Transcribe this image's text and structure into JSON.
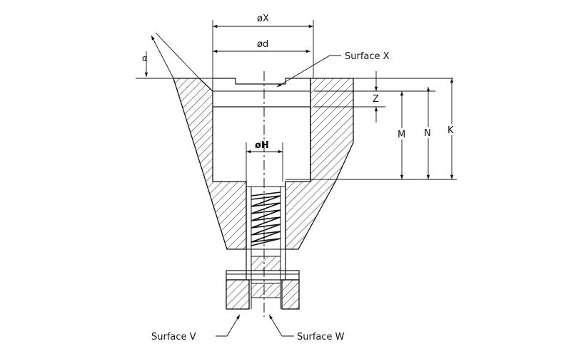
{
  "labels": {
    "dia_x": "øX",
    "dia_d": "ød",
    "dia_h": "øH",
    "alpha": "α",
    "z": "Z",
    "m": "M",
    "n": "N",
    "k": "K",
    "surface_x": "Surface X",
    "surface_v": "Surface V",
    "surface_w": "Surface W"
  },
  "colors": {
    "line": "#111111",
    "background": "#ffffff"
  }
}
